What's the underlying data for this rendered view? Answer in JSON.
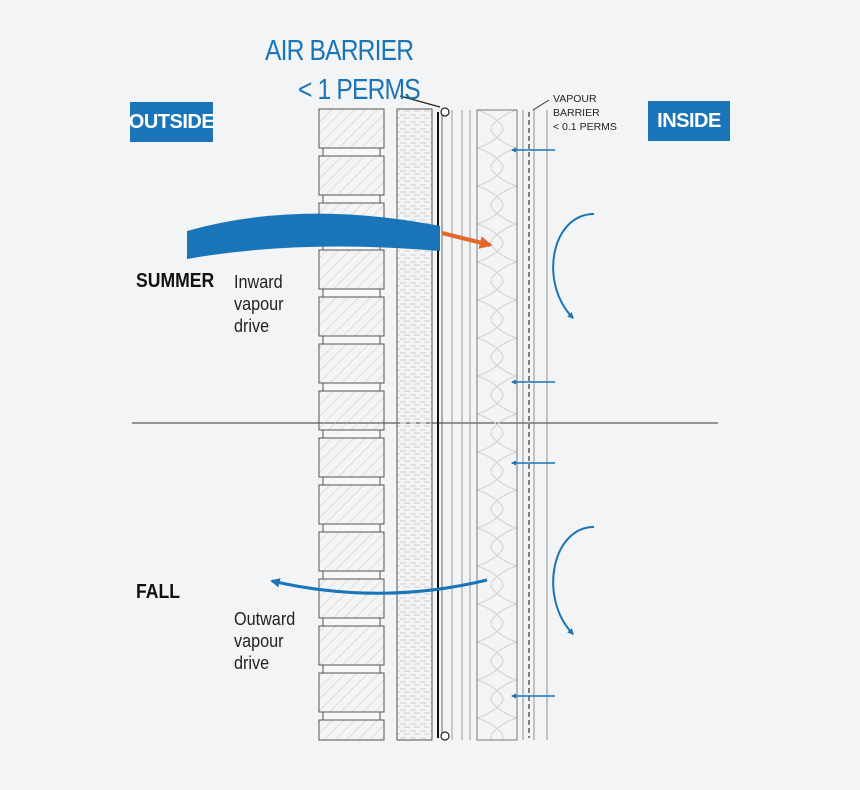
{
  "labels": {
    "air_barrier": "AIR BARRIER",
    "air_barrier_perms": "< 1 PERMS",
    "vapour_barrier": "VAPOUR BARRIER",
    "vapour_barrier_perms": "< 0.1 PERMS",
    "outside": "OUTSIDE",
    "inside": "INSIDE",
    "summer": "SUMMER",
    "summer_desc": "Inward vapour drive",
    "fall": "FALL",
    "fall_desc": "Outward vapour drive"
  },
  "colors": {
    "blue": "#1a74b8",
    "orange": "#e2672a",
    "line": "#333333",
    "background": "#f3f4f5"
  }
}
